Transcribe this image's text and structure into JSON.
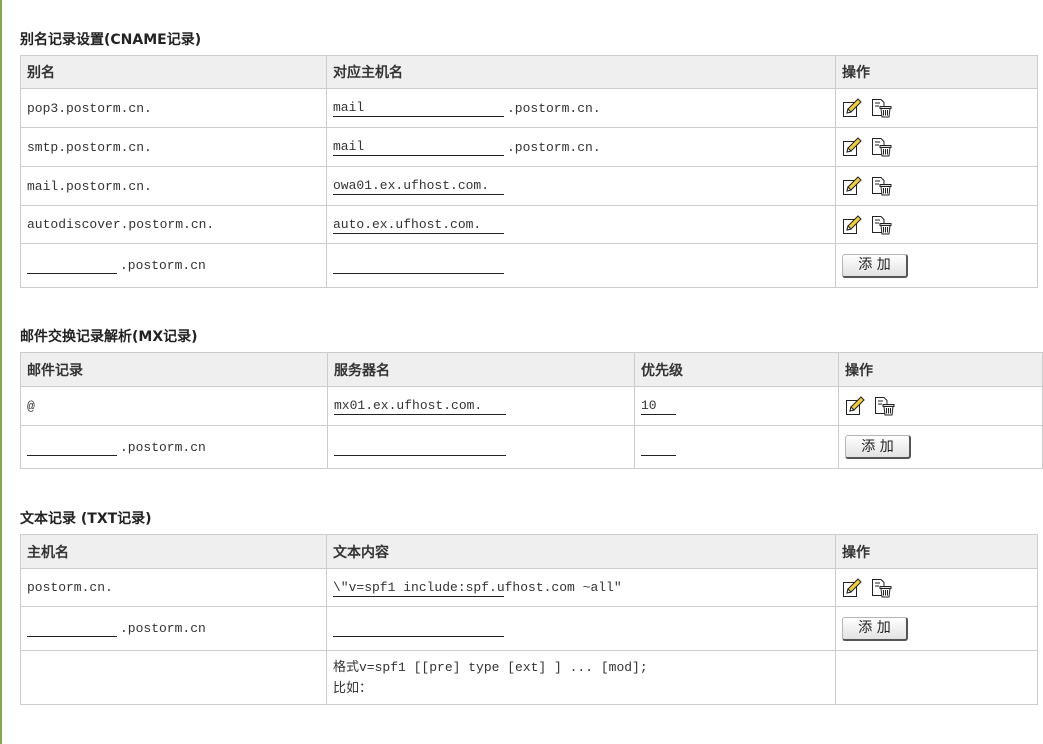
{
  "colors": {
    "accent_border": "#84a84c",
    "grid": "#cccccc",
    "header_bg": "#efefef",
    "text": "#333333"
  },
  "icons": {
    "edit": "edit-icon",
    "delete": "delete-icon"
  },
  "cname": {
    "title": "别名记录设置(CNAME记录)",
    "headers": {
      "alias": "别名",
      "target": "对应主机名",
      "action": "操作"
    },
    "rows": [
      {
        "alias": "pop3.postorm.cn.",
        "target": "mail",
        "target_suffix": ".postorm.cn."
      },
      {
        "alias": "smtp.postorm.cn.",
        "target": "mail",
        "target_suffix": ".postorm.cn."
      },
      {
        "alias": "mail.postorm.cn.",
        "target": "owa01.ex.ufhost.com."
      },
      {
        "alias": "autodiscover.postorm.cn.",
        "target": "auto.ex.ufhost.com."
      }
    ],
    "new_row": {
      "alias_value": "",
      "alias_suffix": ".postorm.cn",
      "target_value": "",
      "add_label": "添 加"
    }
  },
  "mx": {
    "title": "邮件交换记录解析(MX记录)",
    "headers": {
      "record": "邮件记录",
      "server": "服务器名",
      "priority": "优先级",
      "action": "操作"
    },
    "rows": [
      {
        "record": "@",
        "server": "mx01.ex.ufhost.com.",
        "priority": "10"
      }
    ],
    "new_row": {
      "record_value": "",
      "record_suffix": ".postorm.cn",
      "server_value": "",
      "priority_value": "",
      "add_label": "添 加"
    }
  },
  "txt": {
    "title": "文本记录 (TXT记录)",
    "headers": {
      "host": "主机名",
      "content": "文本内容",
      "action": "操作"
    },
    "rows": [
      {
        "host": "postorm.cn.",
        "content": "\\\"v=spf1 include:spf.ufhost.com ~all\""
      }
    ],
    "new_row": {
      "host_value": "",
      "host_suffix": ".postorm.cn",
      "content_value": "",
      "add_label": "添 加"
    },
    "hint": {
      "format": "格式v=spf1 [[pre] type [ext] ] ... [mod];",
      "example": "比如："
    }
  }
}
